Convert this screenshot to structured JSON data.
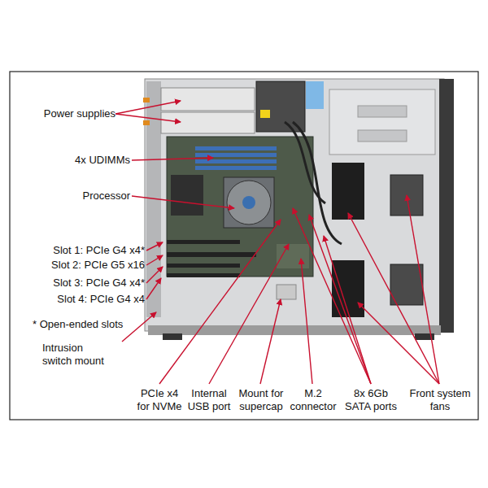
{
  "diagram": {
    "labels": [
      "Power supplies",
      "4x UDIMMs",
      "Processor",
      "Slot 1: PCIe G4 x4*",
      "Slot 2: PCIe G5 x16",
      "Slot 3: PCIe G4 x4*",
      "Slot 4: PCIe G4 x4",
      "* Open-ended slots",
      "Intrusion switch mount",
      "PCIe x4 for NVMe",
      "Internal USB port",
      "Mount for supercap",
      "M.2 connector",
      "8x 6Gb SATA ports",
      "Front system fans"
    ]
  }
}
